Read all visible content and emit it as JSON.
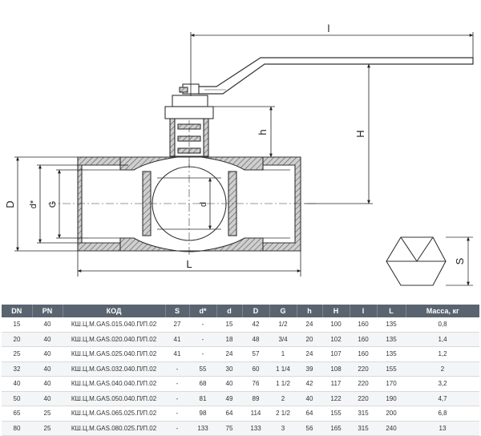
{
  "drawing": {
    "labels": {
      "l_upper": "l",
      "H": "H",
      "h": "h",
      "D": "D",
      "d_star": "d*",
      "G": "G",
      "d": "d",
      "L": "L",
      "S": "S"
    }
  },
  "table": {
    "headers": [
      "DN",
      "PN",
      "КОД",
      "S",
      "d*",
      "d",
      "D",
      "G",
      "h",
      "H",
      "l",
      "L",
      "Масса, кг"
    ],
    "rows": [
      [
        "15",
        "40",
        "КШ.Ц.М.GAS.015.040.П/П.02",
        "27",
        "-",
        "15",
        "42",
        "1/2",
        "24",
        "100",
        "160",
        "135",
        "0,8"
      ],
      [
        "20",
        "40",
        "КШ.Ц.М.GAS.020.040.П/П.02",
        "41",
        "-",
        "18",
        "48",
        "3/4",
        "20",
        "102",
        "160",
        "135",
        "1,4"
      ],
      [
        "25",
        "40",
        "КШ.Ц.М.GAS.025.040.П/П.02",
        "41",
        "-",
        "24",
        "57",
        "1",
        "24",
        "107",
        "160",
        "135",
        "1,2"
      ],
      [
        "32",
        "40",
        "КШ.Ц.М.GAS.032.040.П/П.02",
        "-",
        "55",
        "30",
        "60",
        "1 1/4",
        "39",
        "108",
        "220",
        "155",
        "2"
      ],
      [
        "40",
        "40",
        "КШ.Ц.М.GAS.040.040.П/П.02",
        "-",
        "68",
        "40",
        "76",
        "1 1/2",
        "42",
        "117",
        "220",
        "170",
        "3,2"
      ],
      [
        "50",
        "40",
        "КШ.Ц.М.GAS.050.040.П/П.02",
        "-",
        "81",
        "49",
        "89",
        "2",
        "40",
        "122",
        "220",
        "190",
        "4,7"
      ],
      [
        "65",
        "25",
        "КШ.Ц.М.GAS.065.025.П/П.02",
        "-",
        "98",
        "64",
        "114",
        "2 1/2",
        "64",
        "155",
        "315",
        "200",
        "6,8"
      ],
      [
        "80",
        "25",
        "КШ.Ц.М.GAS.080.025.П/П.02",
        "-",
        "133",
        "75",
        "133",
        "3",
        "56",
        "165",
        "315",
        "240",
        "13"
      ]
    ]
  }
}
